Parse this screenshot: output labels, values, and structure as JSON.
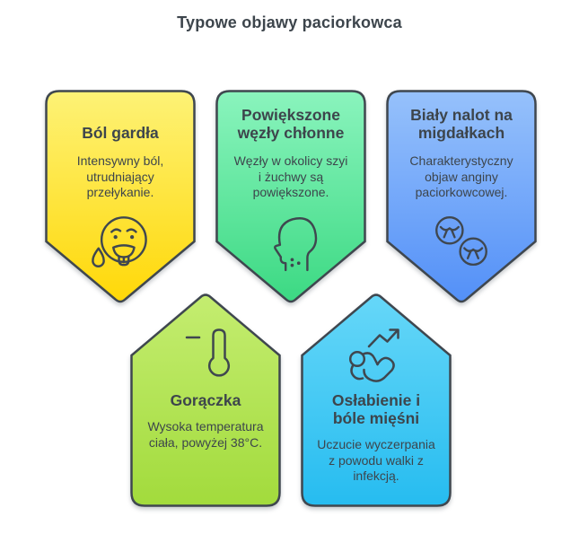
{
  "page": {
    "title": "Typowe objawy paciorkowca",
    "background": "#ffffff"
  },
  "colors": {
    "outline": "#3f474f",
    "text": "#3d454c"
  },
  "cards": [
    {
      "title": "Ból gardła",
      "body": "Intensywny ból,\nutrudniający\nprzełykanie.",
      "icon": "sore-throat-face-icon",
      "gradient_top": "#fdf276",
      "gradient_bottom": "#ffd808"
    },
    {
      "title": "Powiększone\nwęzły chłonne",
      "body": "Węzły w okolicy szyi\ni żuchwy są\npowiększone.",
      "icon": "head-lymph-nodes-icon",
      "gradient_top": "#8af4bd",
      "gradient_bottom": "#3cd983"
    },
    {
      "title": "Biały nalot na\nmigdałkach",
      "body": "Charakterystyczny\nobjaw anginy\npaciorkowcowej.",
      "icon": "tonsils-icon",
      "gradient_top": "#96c1fb",
      "gradient_bottom": "#5390f8"
    },
    {
      "title": "Gorączka",
      "body": "Wysoka temperatura\nciała, powyżej 38°C.",
      "icon": "thermometer-icon",
      "gradient_top": "#c4ed70",
      "gradient_bottom": "#a2db3c"
    },
    {
      "title": "Osłabienie i\nbóle mięśni",
      "body": "Uczucie wyczerpania\nz powodu walki z\ninfekcją.",
      "icon": "muscle-fatigue-icon",
      "gradient_top": "#66d7f8",
      "gradient_bottom": "#26bcf0"
    }
  ]
}
